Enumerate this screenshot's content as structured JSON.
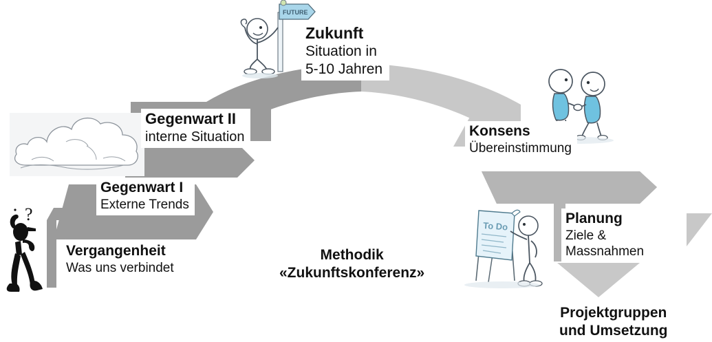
{
  "diagram": {
    "title_text": "Methodik «Zukunftskonferenz»",
    "accent_gray_dark": "#9b9b9b",
    "accent_gray_light": "#c8c8c8",
    "accent_gray_mid": "#b5b5b5",
    "text_color": "#111111",
    "sketch_blue": "#7fc4e0",
    "background": "#ffffff"
  },
  "steps": {
    "zukunft": {
      "title": "Zukunft",
      "sub_line1": "Situation in",
      "sub_line2": "5-10 Jahren",
      "icon": "person-with-future-signpost-illustration"
    },
    "gegenwart2": {
      "title": "Gegenwart II",
      "sub": "interne Situation",
      "icon": "cloud-illustration"
    },
    "gegenwart1": {
      "title": "Gegenwart I",
      "sub": "Externe Trends"
    },
    "vergangenheit": {
      "title": "Vergangenheit",
      "sub": "Was uns verbindet",
      "icon": "thinking-person-question-mark-illustration"
    },
    "konsens": {
      "title": "Konsens",
      "sub": "Übereinstimmung",
      "icon": "handshake-two-people-illustration"
    },
    "planung": {
      "title": "Planung",
      "sub_line1": "Ziele &",
      "sub_line2": "Massnahmen",
      "icon": "flipchart-todo-person-illustration"
    },
    "projektgruppen": {
      "line1": "Projektgruppen",
      "line2": "und Umsetzung"
    },
    "methodik": {
      "line1": "Methodik",
      "line2": "«Zukunftskonferenz»"
    }
  }
}
